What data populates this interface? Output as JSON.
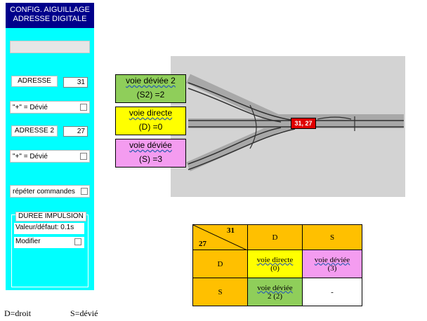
{
  "panel": {
    "title_line1": "CONFIG. AIGUILLAGE",
    "title_line2": "ADRESSE DIGITALE",
    "adresse_label": "ADRESSE",
    "adresse_value": "31",
    "devie_label1": "\"+\" = Dévié",
    "adresse2_label": "ADRESSE 2",
    "adresse2_value": "27",
    "devie_label2": "\"+\" = Dévié",
    "repeter_label": "répéter commandes",
    "duree_title": "DUREE IMPULSION",
    "valeur_defaut": "Valeur/défaut: 0.1s",
    "modifier": "Modifier"
  },
  "diagram": {
    "box_devie2": {
      "line1": "voie déviée 2",
      "line2": "(S2) =2",
      "color": "#8fce5a"
    },
    "box_directe": {
      "line1": "voie directe",
      "line2": "(D) =0",
      "color": "#ffff00"
    },
    "box_devie": {
      "line1": "voie déviée",
      "line2": "(S) =3",
      "color": "#f49cf0"
    },
    "switch_label": "31, 27",
    "background": "#d3d3d3"
  },
  "table": {
    "corner_top": "31",
    "corner_bottom": "27",
    "col_headers": [
      "D",
      "S"
    ],
    "row_headers": [
      "D",
      "S"
    ],
    "cells": [
      [
        {
          "line1": "voie directe",
          "line2": "(0)",
          "color": "#ffff00"
        },
        {
          "line1": "voie déviée",
          "line2": "(3)",
          "color": "#f49cf0"
        }
      ],
      [
        {
          "line1": "voie déviée",
          "line2": "2 (2)",
          "color": "#8fce5a"
        },
        {
          "line1": "-",
          "line2": "",
          "color": "#ffffff"
        }
      ]
    ],
    "header_color": "#ffc000"
  },
  "legend": {
    "d": "D=droit",
    "s": "S=dévié"
  }
}
